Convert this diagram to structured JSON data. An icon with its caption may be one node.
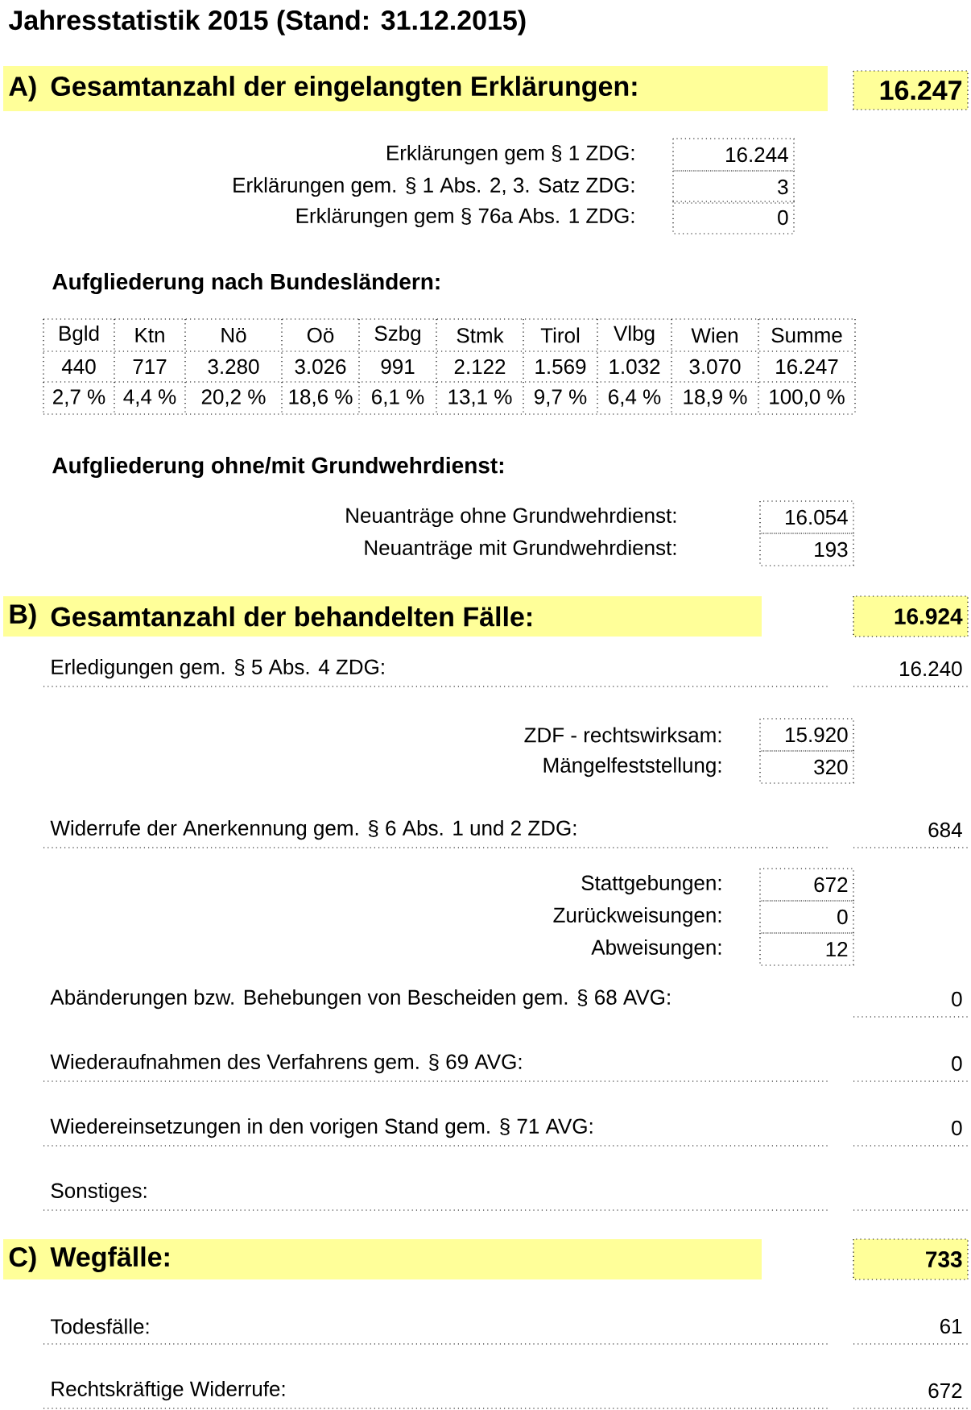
{
  "diagram": {
    "title": "Jahresstatistik 2015 (Stand: 31.12.2015)",
    "nodes": [
      {
        "text": [
          "A)",
          "Gesamtanzahl der eingelangten Erklärungen:"
        ]
      },
      {
        "text": [
          "16.247"
        ]
      },
      {
        "text": [
          "B)",
          "Gesamtanzahl der behandelten Fälle:"
        ]
      },
      {
        "text": [
          "16.924"
        ]
      },
      {
        "text": [
          "C)",
          "Wegfälle:"
        ]
      },
      {
        "text": [
          "733"
        ]
      }
    ],
    "edges": [],
    "labels": [
      "Erklärungen gem § 1 ZDG:",
      "16.244",
      "Erklärungen gem. § 1 Abs. 2, 3. Satz ZDG:",
      "3",
      "Erklärungen gem § 76a Abs. 1 ZDG:",
      "0",
      "Aufgliederung nach Bundesländern:",
      "Bgld",
      "Ktn",
      "Nö",
      "Oö",
      "Szbg",
      "Stmk",
      "Tirol",
      "Vlbg",
      "Wien",
      "Summe",
      "440",
      "717",
      "3.280",
      "3.026",
      "991",
      "2.122",
      "1.569",
      "1.032",
      "3.070",
      "16.247",
      "2,7 %",
      "4,4 %",
      "20,2 %",
      "18,6 %",
      "6,1 %",
      "13,1 %",
      "9,7 %",
      "6,4 %",
      "18,9 %",
      "100,0 %",
      "Aufgliederung ohne/mit Grundwehrdienst:",
      "Neuanträge ohne Grundwehrdienst:",
      "16.054",
      "Neuanträge mit Grundwehrdienst:",
      "193",
      "Erledigungen gem. § 5 Abs. 4 ZDG:",
      "16.240",
      "ZDF - rechtswirksam:",
      "15.920",
      "Mängelfeststellung:",
      "320",
      "Widerrufe der Anerkennung gem. § 6 Abs. 1 und 2 ZDG:",
      "684",
      "Stattgebungen:",
      "672",
      "Zurückweisungen:",
      "0",
      "Abweisungen:",
      "12",
      "Abänderungen bzw. Behebungen von Bescheiden gem. § 68 AVG:",
      "0",
      "Wiederaufnahmen des Verfahrens gem. § 69 AVG:",
      "0",
      "Wiedereinsetzungen in den vorigen Stand gem. § 71 AVG:",
      "0",
      "Sonstiges:",
      "Todesfälle:",
      "61",
      "Rechtskräftige Widerrufe:",
      "672"
    ]
  }
}
